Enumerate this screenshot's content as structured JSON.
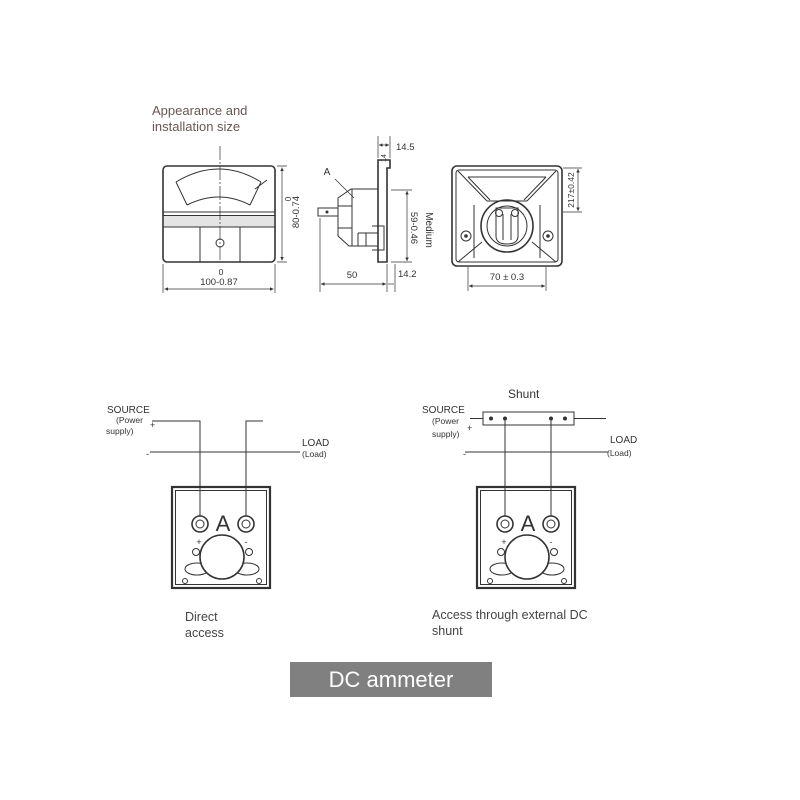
{
  "heading": {
    "line1": "Appearance and",
    "line2": "installation size"
  },
  "front_view": {
    "height_tolerance_upper": "0",
    "height": "80-0.74",
    "width_tolerance_upper": "0",
    "width": "100-0.87"
  },
  "side_view": {
    "part_label": "A",
    "top_dim": "14.5",
    "small_dim": "14",
    "depth": "50",
    "flange": "14.2",
    "height": "59-0.46",
    "note": "Medium"
  },
  "back_view": {
    "vertical_dim": "217±0.42",
    "width": "70 ± 0.3"
  },
  "direct_access": {
    "source": "SOURCE",
    "source_sub1": "(Power",
    "source_sub2": "supply)",
    "source_plus": "+",
    "source_minus": "-",
    "load": "LOAD",
    "load_sub": "(Load)",
    "meter_symbol": "A",
    "terminal_plus": "+",
    "terminal_minus": "-",
    "caption_line1": "Direct",
    "caption_line2": "access"
  },
  "shunt_access": {
    "shunt_label": "Shunt",
    "source": "SOURCE",
    "source_sub1": "(Power",
    "source_sub2": "supply)",
    "source_plus": "+",
    "source_minus": "-",
    "load": "LOAD",
    "load_sub": "(Load)",
    "meter_symbol": "A",
    "terminal_plus": "+",
    "terminal_minus": "-",
    "caption_line1": "Access through external DC",
    "caption_line2": "shunt"
  },
  "banner": {
    "label": "DC ammeter"
  },
  "colors": {
    "line": "#333333",
    "heading": "#6b5555",
    "caption": "#444444",
    "banner_bg": "#808080",
    "banner_text": "#ffffff"
  }
}
